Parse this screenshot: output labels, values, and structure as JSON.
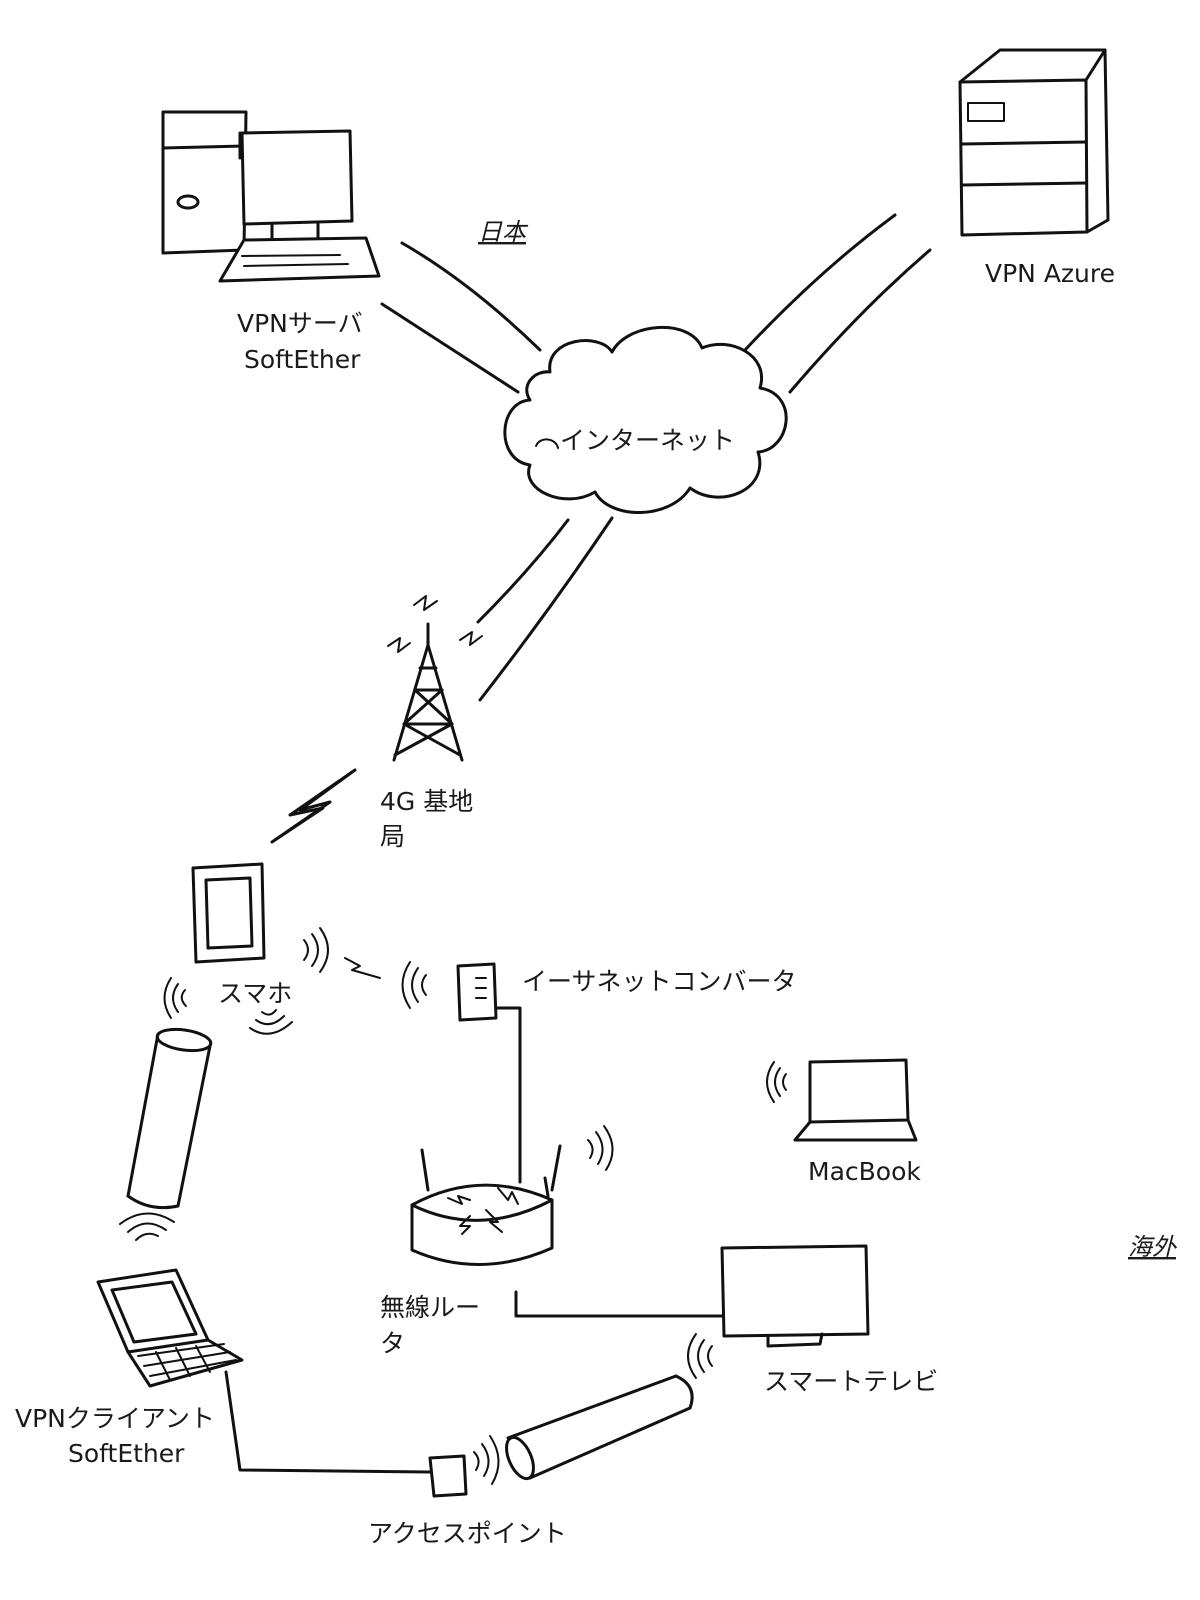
{
  "regions": {
    "japan": "日本",
    "overseas": "海外"
  },
  "nodes": {
    "vpn_server": {
      "line1": "VPNサーバ",
      "line2": "SoftEther"
    },
    "vpn_azure": "VPN Azure",
    "internet": "インターネット",
    "base_station": {
      "line1": "4G 基地",
      "line2": "局"
    },
    "smartphone": "スマホ",
    "ethernet_converter": "イーサネットコンバータ",
    "macbook": "MacBook",
    "wireless_router": {
      "line1": "無線ルー",
      "line2": "タ"
    },
    "smart_tv": "スマートテレビ",
    "vpn_client": {
      "line1": "VPNクライアント",
      "line2": "SoftEther"
    },
    "access_point": "アクセスポイント"
  },
  "style": {
    "ink": "#111111",
    "background": "#ffffff"
  }
}
